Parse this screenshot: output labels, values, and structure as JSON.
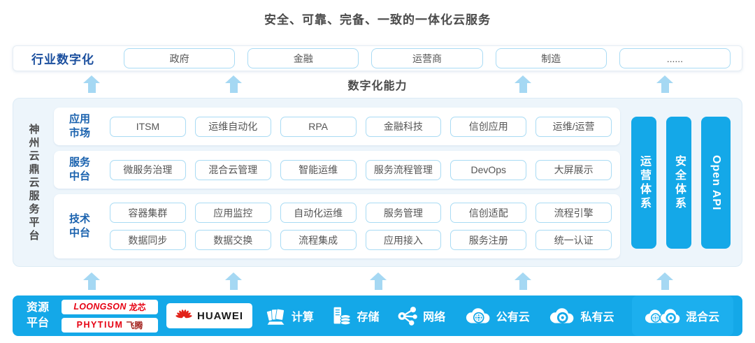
{
  "title": "安全、可靠、完备、一致的一体化云服务",
  "industry_row": {
    "label": "行业数字化",
    "items": [
      "政府",
      "金融",
      "运营商",
      "制造",
      "......"
    ]
  },
  "digital_capability_label": "数字化能力",
  "platform": {
    "side_label": "神州云鼎云服务平台",
    "rows": [
      {
        "label": "应用市场",
        "items": [
          "ITSM",
          "运维自动化",
          "RPA",
          "金融科技",
          "信创应用",
          "运维/运营"
        ]
      },
      {
        "label": "服务中台",
        "items": [
          "微服务治理",
          "混合云管理",
          "智能运维",
          "服务流程管理",
          "DevOps",
          "大屏展示"
        ]
      },
      {
        "label": "技术中台",
        "items": [
          "容器集群",
          "应用监控",
          "自动化运维",
          "服务管理",
          "信创适配",
          "流程引擎",
          "数据同步",
          "数据交换",
          "流程集成",
          "应用接入",
          "服务注册",
          "统一认证"
        ]
      }
    ],
    "pillars": [
      "运营体系",
      "安全体系",
      "Open API"
    ]
  },
  "resource_platform": {
    "label": "资源平台",
    "vendors": [
      {
        "text": "LOONGSON",
        "suffix": "龙芯"
      },
      {
        "text": "PHYTIUM",
        "suffix": "飞腾"
      },
      {
        "text": "HUAWEI"
      }
    ],
    "items": [
      {
        "icon": "computing-icon",
        "label": "计算"
      },
      {
        "icon": "storage-icon",
        "label": "存储"
      },
      {
        "icon": "network-icon",
        "label": "网络"
      },
      {
        "icon": "public-cloud-icon",
        "label": "公有云"
      },
      {
        "icon": "private-cloud-icon",
        "label": "私有云"
      },
      {
        "icon": "hybrid-cloud-icon",
        "label": "混合云"
      }
    ]
  },
  "colors": {
    "accent_blue": "#1b4f9e",
    "row_label_blue": "#1a62ae",
    "bright_blue": "#14a8e8",
    "box_border_blue": "#a9dbf4",
    "arrow_blue": "#a5d8f3",
    "panel_bg": "#edf5fb",
    "brand_red": "#e2231a",
    "text_dark": "#4a4a4a",
    "box_text": "#555555"
  }
}
